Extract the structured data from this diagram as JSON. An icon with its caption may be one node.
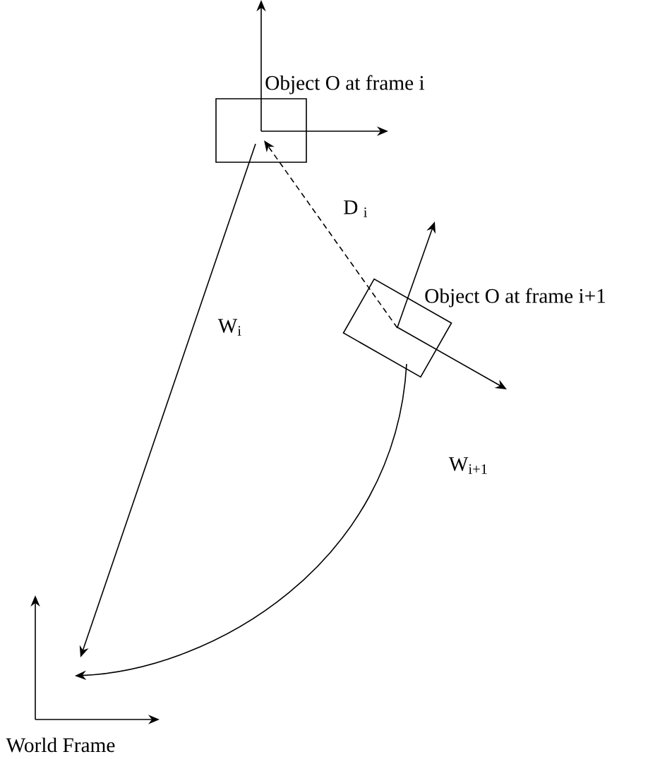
{
  "diagram": {
    "nodes": [
      {
        "text": [
          "Object O at frame i"
        ]
      },
      {
        "text": [
          "Object O at frame i+1"
        ]
      },
      {
        "text": [
          "World Frame"
        ]
      }
    ],
    "edges": [
      {
        "from": 0,
        "to": 2,
        "arrow": "to",
        "label": "W$_{i}$"
      },
      {
        "from": 1,
        "to": 2,
        "arrow": "to",
        "label": "W$_{i+1}$"
      },
      {
        "from": 1,
        "to": 0,
        "arrow": "to",
        "label": "D $_{i}$",
        "style": "dashed"
      }
    ]
  }
}
